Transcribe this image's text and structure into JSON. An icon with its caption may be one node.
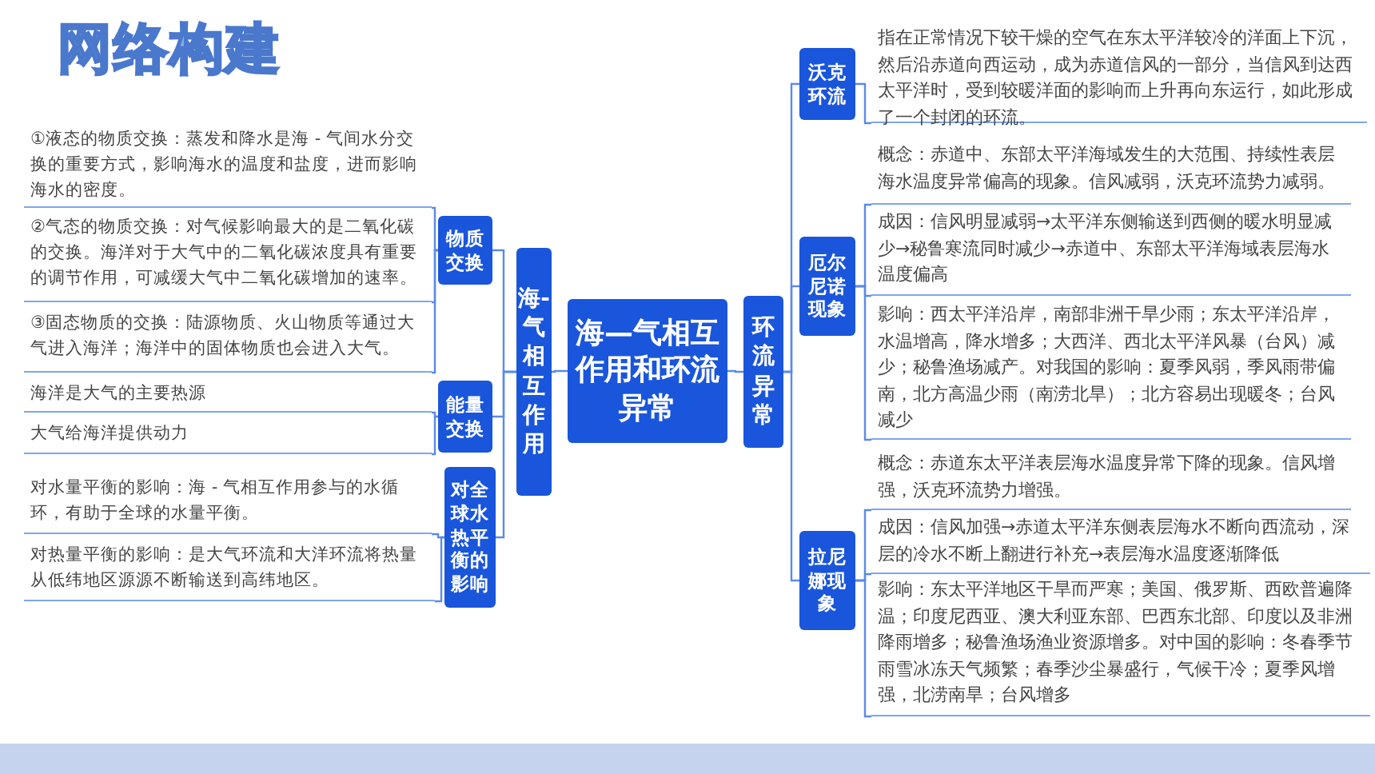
{
  "diagram": {
    "title": "网络构建",
    "nodes": [
      {
        "text": [
          "海—气相互作用和环流异常"
        ]
      },
      {
        "text": [
          "海-气相互作用"
        ]
      },
      {
        "text": [
          "物质交换"
        ]
      },
      {
        "text": [
          "能量交换"
        ]
      },
      {
        "text": [
          "对全球水热平衡的影响"
        ]
      },
      {
        "text": [
          "①液态的物质交换：蒸发和降水是海 - 气间水分交换的重要方式，影响海水的温度和盐度，进而影响海水的密度。"
        ]
      },
      {
        "text": [
          "②气态的物质交换：对气候影响最大的是二氧化碳的交换。海洋对于大气中的二氧化碳浓度具有重要的调节作用，可减缓大气中二氧化碳增加的速率。"
        ]
      },
      {
        "text": [
          "③固态物质的交换：陆源物质、火山物质等通过大气进入海洋；海洋中的固体物质也会进入大气。"
        ]
      },
      {
        "text": [
          "海洋是大气的主要热源"
        ]
      },
      {
        "text": [
          "大气给海洋提供动力"
        ]
      },
      {
        "text": [
          "对水量平衡的影响：海 - 气相互作用参与的水循环，有助于全球的水量平衡。"
        ]
      },
      {
        "text": [
          "对热量平衡的影响：是大气环流和大洋环流将热量从低纬地区源源不断输送到高纬地区。"
        ]
      },
      {
        "text": [
          "环流异常"
        ]
      },
      {
        "text": [
          "沃克环流"
        ]
      },
      {
        "text": [
          "指在正常情况下较干燥的空气在东太平洋较冷的洋面上下沉，然后沿赤道向西运动，成为赤道信风的一部分，当信风到达西太平洋时，受到较暖洋面的影响而上升再向东运行，如此形成了一个封闭的环流。"
        ]
      },
      {
        "text": [
          "厄尔尼诺现象"
        ]
      },
      {
        "text": [
          "概念：赤道中、东部太平洋海域发生的大范围、持续性表层海水温度异常偏高的现象。信风减弱，沃克环流势力减弱。"
        ]
      },
      {
        "text": [
          "成因：信风明显减弱→太平洋东侧输送到西侧的暖水明显减少→秘鲁寒流同时减少→赤道中、东部太平洋海域表层海水温度偏高"
        ]
      },
      {
        "text": [
          "影响：西太平洋沿岸，南部非洲干旱少雨；东太平洋沿岸，水温增高，降水增多；大西洋、西北太平洋风暴（台风）减少；秘鲁渔场减产。对我国的影响：夏季风弱，季风雨带偏南，北方高温少雨（南涝北旱）；北方容易出现暖冬；台风减少"
        ]
      },
      {
        "text": [
          "拉尼娜现象"
        ]
      },
      {
        "text": [
          "概念：赤道东太平洋表层海水温度异常下降的现象。信风增强，沃克环流势力增强。"
        ]
      },
      {
        "text": [
          "成因：信风加强→赤道太平洋东侧表层海水不断向西流动，深层的冷水不断上翻进行补充→表层海水温度逐渐降低"
        ]
      },
      {
        "text": [
          "影响：东太平洋地区干旱而严寒；美国、俄罗斯、西欧普遍降温；印度尼西亚、澳大利亚东部、巴西东北部、印度以及非洲降雨增多；秘鲁渔场渔业资源增多。对中国的影响：冬春季节雨雪冰冻天气频繁；春季沙尘暴盛行，气候干冷；夏季风增强，北涝南旱；台风增多"
        ]
      }
    ],
    "edges": [
      {
        "from": 0,
        "to": 1,
        "arrow": "none"
      },
      {
        "from": 1,
        "to": 2,
        "arrow": "none"
      },
      {
        "from": 1,
        "to": 3,
        "arrow": "none"
      },
      {
        "from": 1,
        "to": 4,
        "arrow": "none"
      },
      {
        "from": 2,
        "to": 5,
        "arrow": "none"
      },
      {
        "from": 2,
        "to": 6,
        "arrow": "none"
      },
      {
        "from": 2,
        "to": 7,
        "arrow": "none"
      },
      {
        "from": 3,
        "to": 8,
        "arrow": "none"
      },
      {
        "from": 3,
        "to": 9,
        "arrow": "none"
      },
      {
        "from": 4,
        "to": 10,
        "arrow": "none"
      },
      {
        "from": 4,
        "to": 11,
        "arrow": "none"
      },
      {
        "from": 0,
        "to": 12,
        "arrow": "none"
      },
      {
        "from": 12,
        "to": 13,
        "arrow": "none"
      },
      {
        "from": 12,
        "to": 15,
        "arrow": "none"
      },
      {
        "from": 12,
        "to": 19,
        "arrow": "none"
      },
      {
        "from": 13,
        "to": 14,
        "arrow": "none"
      },
      {
        "from": 15,
        "to": 16,
        "arrow": "none"
      },
      {
        "from": 15,
        "to": 17,
        "arrow": "none"
      },
      {
        "from": 15,
        "to": 18,
        "arrow": "none"
      },
      {
        "from": 19,
        "to": 20,
        "arrow": "none"
      },
      {
        "from": 19,
        "to": 21,
        "arrow": "none"
      },
      {
        "from": 19,
        "to": 22,
        "arrow": "none"
      }
    ]
  }
}
